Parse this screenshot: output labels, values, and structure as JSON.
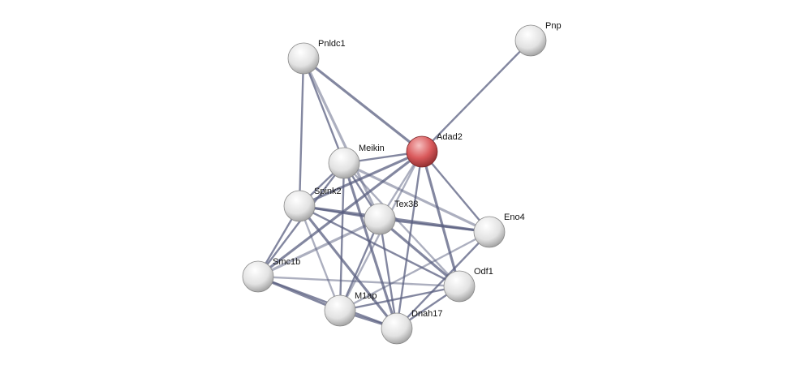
{
  "network": {
    "colors": {
      "edge": "#5a5f80",
      "node": "#e6e6e6",
      "query_node": "#d9595b"
    },
    "nodes": [
      {
        "id": "Pnldc1",
        "label": "Pnldc1",
        "query": false
      },
      {
        "id": "Pnp",
        "label": "Pnp",
        "query": false
      },
      {
        "id": "Adad2",
        "label": "Adad2",
        "query": true
      },
      {
        "id": "Meikin",
        "label": "Meikin",
        "query": false
      },
      {
        "id": "Spink2",
        "label": "Spink2",
        "query": false
      },
      {
        "id": "Tex38",
        "label": "Tex38",
        "query": false
      },
      {
        "id": "Eno4",
        "label": "Eno4",
        "query": false
      },
      {
        "id": "Smc1b",
        "label": "Smc1b",
        "query": false
      },
      {
        "id": "Odf1",
        "label": "Odf1",
        "query": false
      },
      {
        "id": "M1ap",
        "label": "M1ap",
        "query": false
      },
      {
        "id": "Dnah17",
        "label": "Dnah17",
        "query": false
      }
    ],
    "edges": [
      [
        "Pnldc1",
        "Adad2"
      ],
      [
        "Pnldc1",
        "Meikin"
      ],
      [
        "Pnldc1",
        "Spink2"
      ],
      [
        "Pnldc1",
        "Tex38"
      ],
      [
        "Pnp",
        "Adad2"
      ],
      [
        "Adad2",
        "Meikin"
      ],
      [
        "Adad2",
        "Spink2"
      ],
      [
        "Adad2",
        "Tex38"
      ],
      [
        "Adad2",
        "Eno4"
      ],
      [
        "Adad2",
        "Odf1"
      ],
      [
        "Adad2",
        "Dnah17"
      ],
      [
        "Adad2",
        "M1ap"
      ],
      [
        "Adad2",
        "Smc1b"
      ],
      [
        "Meikin",
        "Spink2"
      ],
      [
        "Meikin",
        "Tex38"
      ],
      [
        "Meikin",
        "Eno4"
      ],
      [
        "Meikin",
        "Smc1b"
      ],
      [
        "Meikin",
        "M1ap"
      ],
      [
        "Meikin",
        "Dnah17"
      ],
      [
        "Meikin",
        "Odf1"
      ],
      [
        "Spink2",
        "Tex38"
      ],
      [
        "Spink2",
        "Eno4"
      ],
      [
        "Spink2",
        "Smc1b"
      ],
      [
        "Spink2",
        "M1ap"
      ],
      [
        "Spink2",
        "Dnah17"
      ],
      [
        "Spink2",
        "Odf1"
      ],
      [
        "Tex38",
        "Eno4"
      ],
      [
        "Tex38",
        "Smc1b"
      ],
      [
        "Tex38",
        "M1ap"
      ],
      [
        "Tex38",
        "Dnah17"
      ],
      [
        "Tex38",
        "Odf1"
      ],
      [
        "Eno4",
        "M1ap"
      ],
      [
        "Eno4",
        "Dnah17"
      ],
      [
        "Smc1b",
        "M1ap"
      ],
      [
        "Smc1b",
        "Dnah17"
      ],
      [
        "Smc1b",
        "Odf1"
      ],
      [
        "M1ap",
        "Dnah17"
      ],
      [
        "M1ap",
        "Odf1"
      ],
      [
        "Dnah17",
        "Odf1"
      ]
    ]
  }
}
